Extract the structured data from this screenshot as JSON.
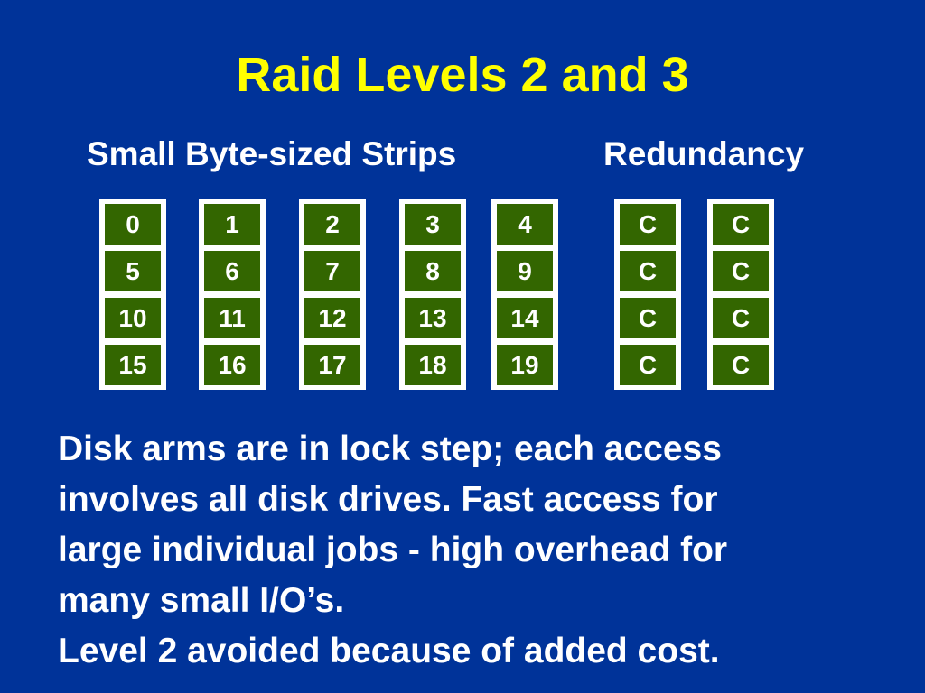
{
  "slide": {
    "title": "Raid Levels 2 and 3",
    "subheading_strips": "Small Byte-sized Strips",
    "subheading_redundancy": "Redundancy",
    "body_lines": [
      "Disk arms are in lock step; each access",
      "involves all disk drives.  Fast access for",
      "large individual jobs - high overhead for",
      "many small I/O’s.",
      "Level 2 avoided because of added cost."
    ]
  },
  "disks": [
    {
      "strips": [
        "0",
        "5",
        "10",
        "15"
      ]
    },
    {
      "strips": [
        "1",
        "6",
        "11",
        "16"
      ]
    },
    {
      "strips": [
        "2",
        "7",
        "12",
        "17"
      ]
    },
    {
      "strips": [
        "3",
        "8",
        "13",
        "18"
      ]
    },
    {
      "strips": [
        "4",
        "9",
        "14",
        "19"
      ]
    },
    {
      "strips": [
        "C",
        "C",
        "C",
        "C"
      ]
    },
    {
      "strips": [
        "C",
        "C",
        "C",
        "C"
      ]
    }
  ],
  "colors": {
    "background": "#003399",
    "title": "#ffff00",
    "text": "#ffffff",
    "strip_fill": "#336600",
    "disk_border": "#ffffff"
  }
}
